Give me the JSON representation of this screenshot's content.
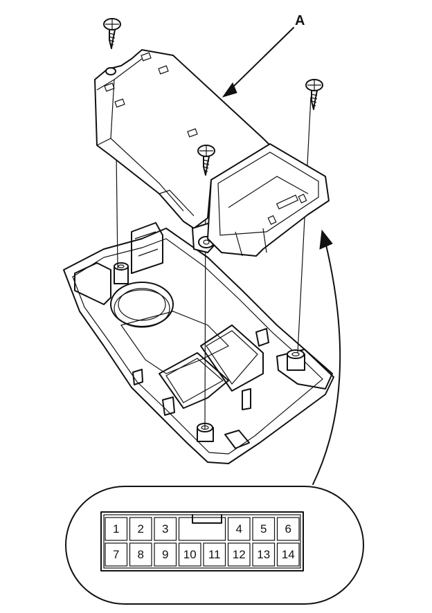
{
  "callout": {
    "label": "A"
  },
  "connector": {
    "top_row": [
      {
        "pin": "1"
      },
      {
        "pin": "2"
      },
      {
        "pin": "3"
      },
      {
        "pin": ""
      },
      {
        "pin": "4"
      },
      {
        "pin": "5"
      },
      {
        "pin": "6"
      }
    ],
    "bottom_row": [
      {
        "pin": "7"
      },
      {
        "pin": "8"
      },
      {
        "pin": "9"
      },
      {
        "pin": "10"
      },
      {
        "pin": "11"
      },
      {
        "pin": "12"
      },
      {
        "pin": "13"
      },
      {
        "pin": "14"
      }
    ]
  }
}
